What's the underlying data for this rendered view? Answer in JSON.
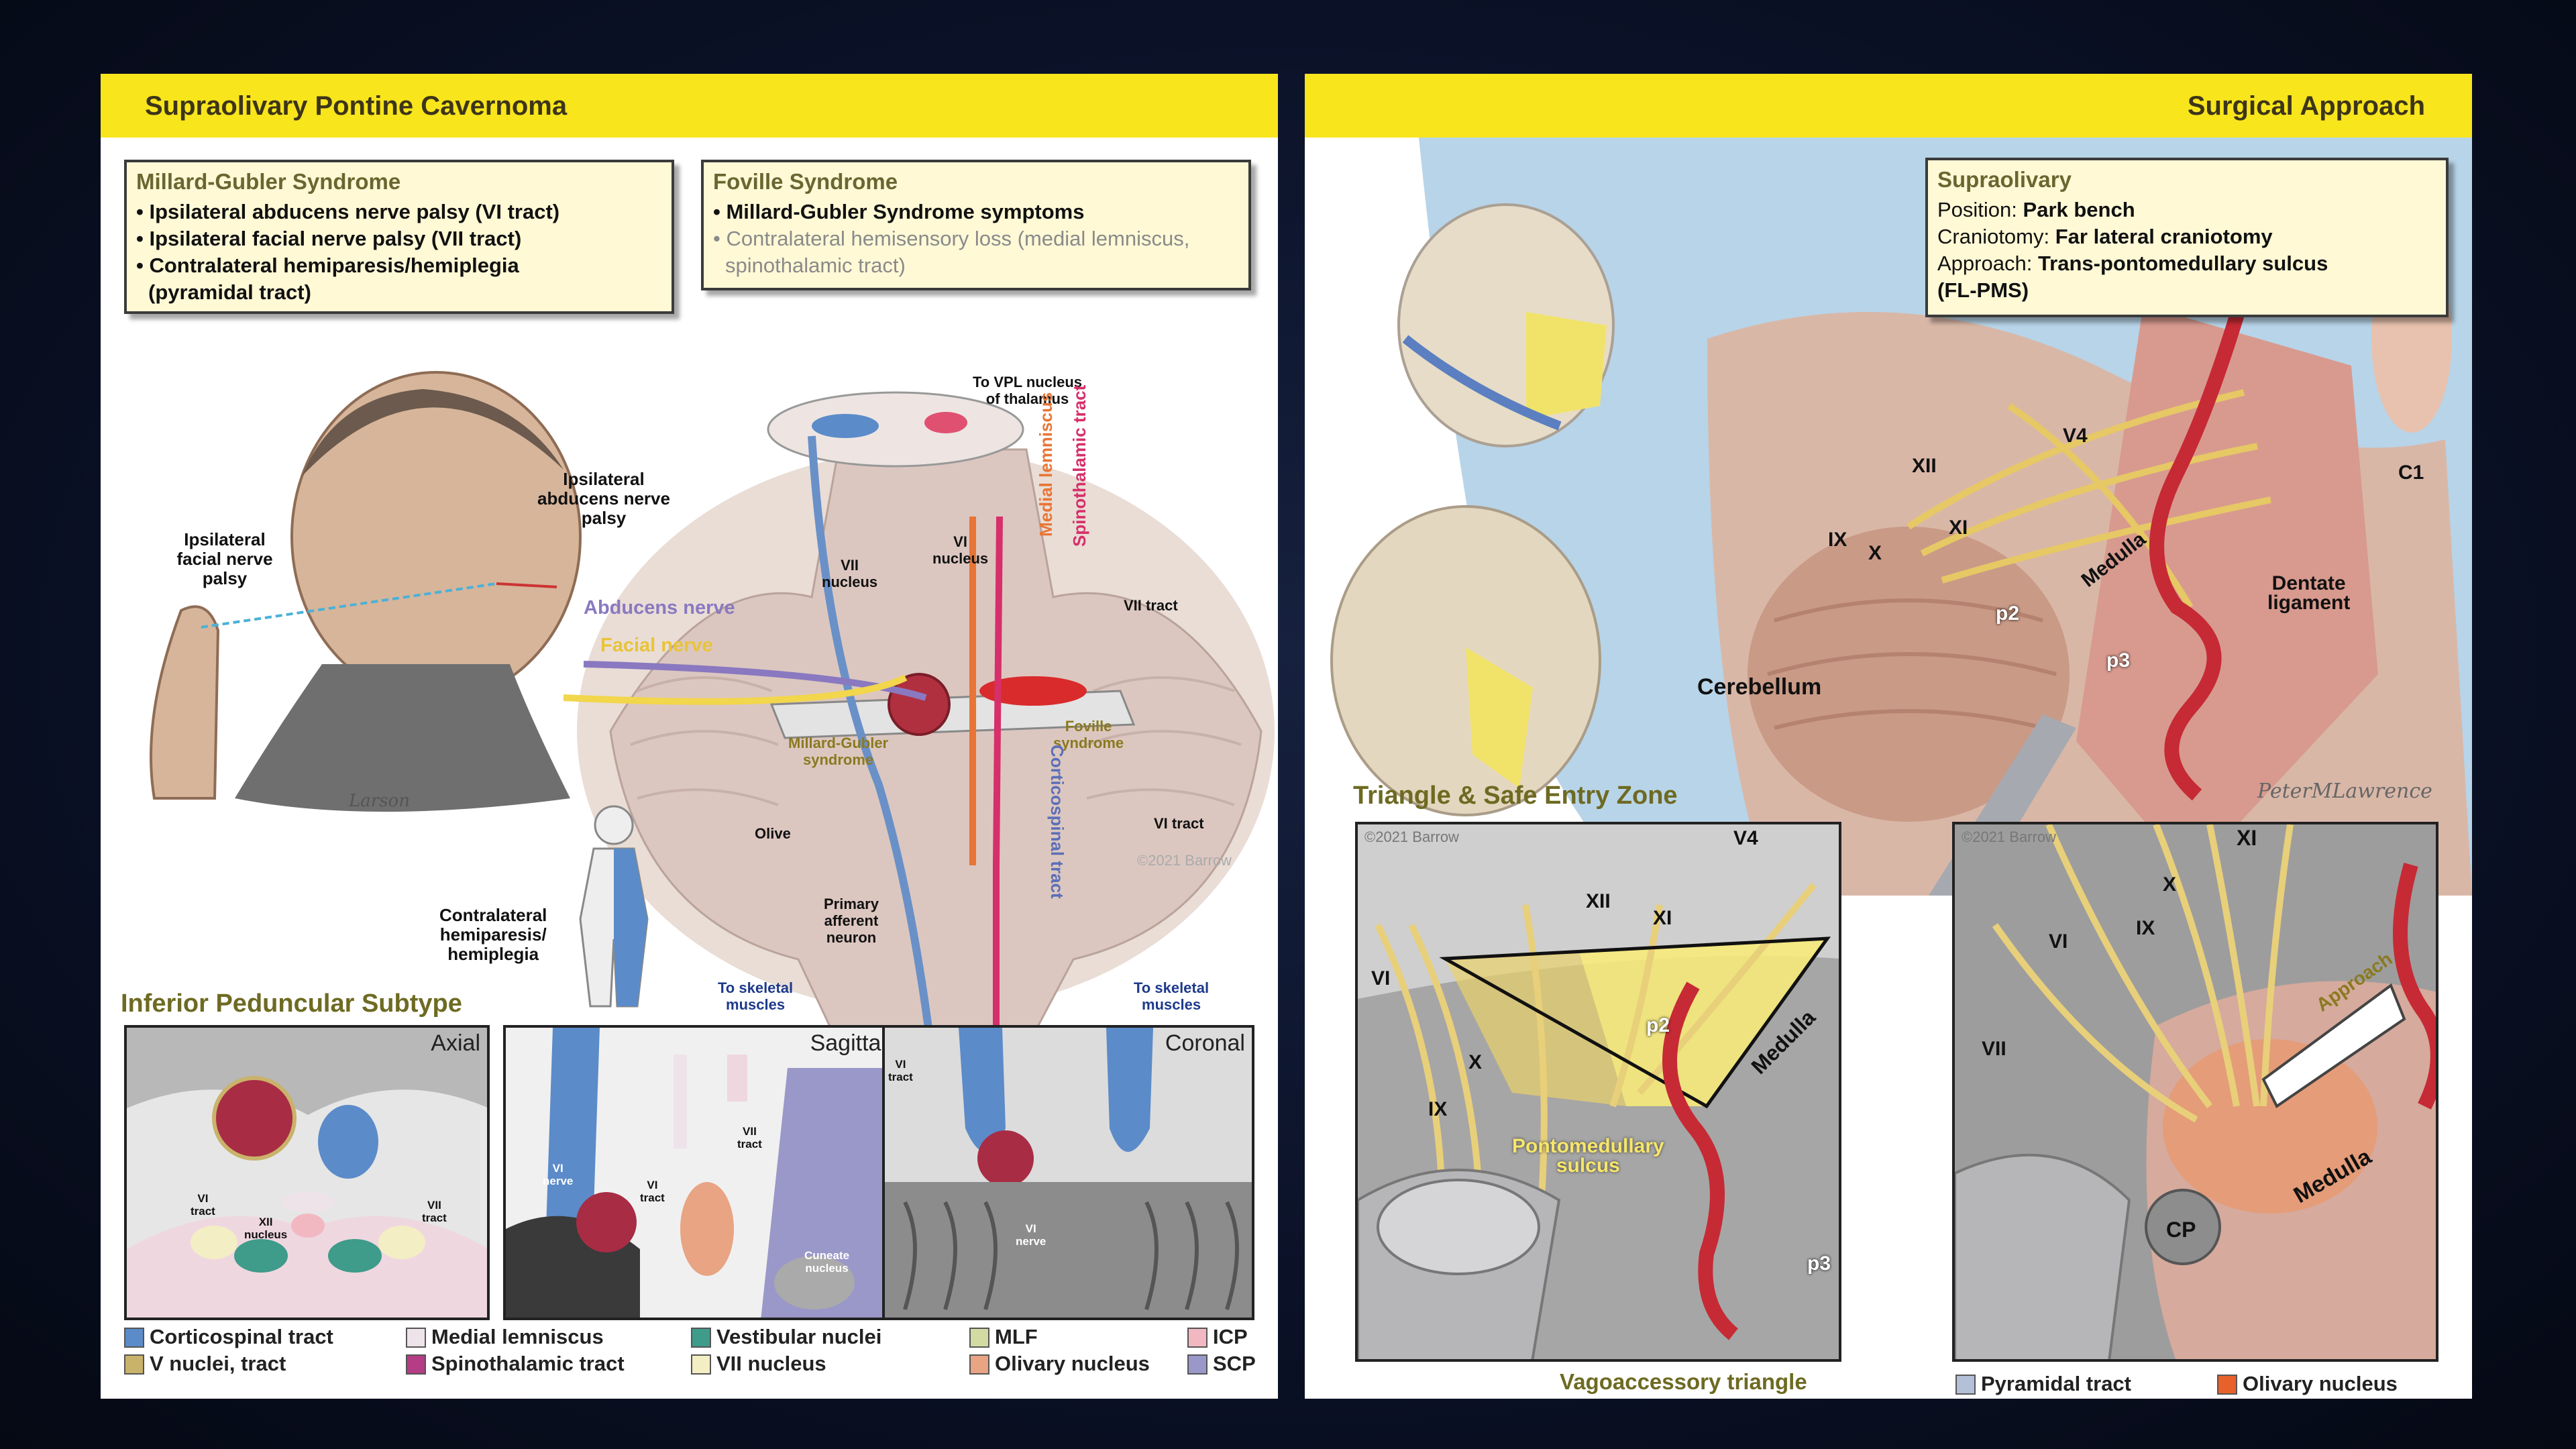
{
  "left_panel": {
    "header": "Supraolivary Pontine Cavernoma",
    "millard_box": {
      "title": "Millard-Gubler Syndrome",
      "items": [
        "• Ipsilateral abducens nerve palsy (VI tract)",
        "• Ipsilateral facial nerve palsy (VII tract)",
        "• Contralateral hemiparesis/hemiplegia",
        "(pyramidal tract)"
      ]
    },
    "foville_box": {
      "title": "Foville Syndrome",
      "item1": "• Millard-Gubler Syndrome symptoms",
      "item2a": "• Contralateral hemisensory loss (medial lemniscus,",
      "item2b": "spinothalamic tract)"
    },
    "labels": {
      "facial_palsy": [
        "Ipsilateral",
        "facial nerve",
        "palsy"
      ],
      "abducens_palsy": [
        "Ipsilateral",
        "abducens nerve",
        "palsy"
      ],
      "abducens_nerve": "Abducens nerve",
      "facial_nerve": "Facial nerve",
      "vii_nucleus": [
        "VII",
        "nucleus"
      ],
      "vi_nucleus": [
        "VI",
        "nucleus"
      ],
      "to_vpl": [
        "To VPL nucleus",
        "of thalamus"
      ],
      "medial_lemniscus": "Medial lemniscus",
      "spinothalamic": "Spinothalamic tract",
      "vii_tract": "VII tract",
      "millard_gubler": [
        "Millard-Gubler",
        "syndrome"
      ],
      "foville": [
        "Foville",
        "syndrome"
      ],
      "corticospinal": "Corticospinal tract",
      "olive": "Olive",
      "vi_tract": "VI tract",
      "contralateral": [
        "Contralateral",
        "hemiparesis/",
        "hemiplegia"
      ],
      "primary_afferent": [
        "Primary",
        "afferent",
        "neuron"
      ],
      "to_skeletal_left": [
        "To skeletal",
        "muscles"
      ],
      "to_skeletal_right": [
        "To skeletal",
        "muscles"
      ],
      "copyright": "©2021 Barrow",
      "signature": "Larson"
    },
    "subtype_title": "Inferior Peduncular Subtype",
    "views": {
      "axial": "Axial",
      "sagittal": "Sagittal",
      "coronal": "Coronal",
      "axial_labels": {
        "vi_tract": [
          "VI",
          "tract"
        ],
        "xii": [
          "XII",
          "nucleus"
        ],
        "vii_tract": [
          "VII",
          "tract"
        ]
      },
      "sagittal_labels": {
        "vi_nerve": [
          "VI",
          "nerve"
        ],
        "vi_tract": [
          "VI",
          "tract"
        ],
        "vii_tract": [
          "VII",
          "tract"
        ],
        "cuneate": [
          "Cuneate",
          "nucleus"
        ]
      },
      "coronal_labels": {
        "vi_tract": [
          "VI",
          "tract"
        ],
        "vi_nerve": [
          "VI",
          "nerve"
        ]
      }
    },
    "legend": [
      {
        "label": "Corticospinal tract",
        "color": "#5b8bc9"
      },
      {
        "label": "V nuclei, tract",
        "color": "#c9b26a"
      },
      {
        "label": "Medial lemniscus",
        "color": "#efe3ea"
      },
      {
        "label": "Spinothalamic tract",
        "color": "#b43d86"
      },
      {
        "label": "Vestibular nuclei",
        "color": "#3f9b8a"
      },
      {
        "label": "VII nucleus",
        "color": "#f3eec4"
      },
      {
        "label": "MLF",
        "color": "#d4dba2"
      },
      {
        "label": "Olivary nucleus",
        "color": "#e8a483"
      },
      {
        "label": "ICP",
        "color": "#f2b8c2"
      },
      {
        "label": "SCP",
        "color": "#9a97c9"
      }
    ]
  },
  "right_panel": {
    "header": "Surgical Approach",
    "supra_box": {
      "title": "Supraolivary",
      "position_k": "Position:",
      "position_v": "Park bench",
      "craniotomy_k": "Craniotomy:",
      "craniotomy_v": "Far lateral craniotomy",
      "approach_k": "Approach:",
      "approach_v": "Trans-pontomedullary sulcus",
      "approach_v2": "(FL-PMS)"
    },
    "labels": {
      "xii": "XII",
      "v4": "V4",
      "c1": "C1",
      "xi": "XI",
      "ix": "IX",
      "x": "X",
      "medulla": "Medulla",
      "p2": "p2",
      "p3": "p3",
      "dentate": [
        "Dentate",
        "ligament"
      ],
      "cerebellum": "Cerebellum",
      "signature": "PeterMLawrence"
    },
    "triangle_title": "Triangle & Safe Entry Zone",
    "inset_left": {
      "v4": "V4",
      "xii": "XII",
      "xi": "XI",
      "vi": "VI",
      "x": "X",
      "ix": "IX",
      "p2": "p2",
      "p3": "p3",
      "medulla": "Medulla",
      "pms": [
        "Pontomedullary",
        "sulcus"
      ],
      "copyright": "©2021 Barrow",
      "caption": "Vagoaccessory triangle"
    },
    "inset_right": {
      "xi": "XI",
      "x": "X",
      "ix": "IX",
      "vi": "VI",
      "vii": "VII",
      "cp": "CP",
      "medulla": "Medulla",
      "approach": "Approach",
      "copyright": "©2021 Barrow"
    },
    "legend": [
      {
        "label": "Pyramidal tract",
        "color": "#b4bfd8"
      },
      {
        "label": "Olivary nucleus",
        "color": "#e8612a"
      }
    ]
  }
}
